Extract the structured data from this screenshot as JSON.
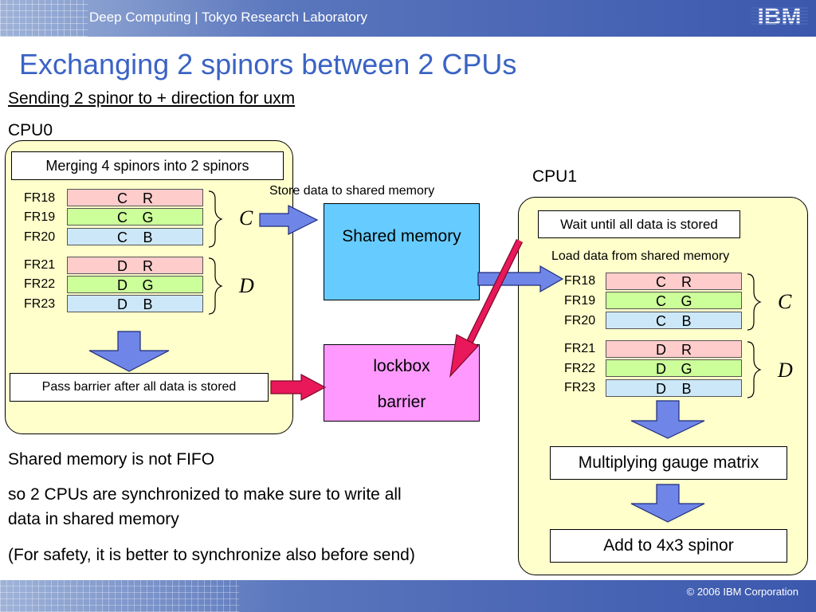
{
  "header": {
    "text": "Deep Computing | Tokyo Research Laboratory",
    "logo": "IBM"
  },
  "title": "Exchanging 2 spinors between 2 CPUs",
  "subtitle": "Sending 2 spinor to + direction for uxm",
  "cpu0": {
    "label": "CPU0",
    "merge_box": "Merging 4 spinors into 2 spinors",
    "barrier_box": "Pass barrier after all data is stored",
    "group_c": {
      "symbol": "C",
      "regs": [
        {
          "name": "FR18",
          "a": "C",
          "b": "R"
        },
        {
          "name": "FR19",
          "a": "C",
          "b": "G"
        },
        {
          "name": "FR20",
          "a": "C",
          "b": "B"
        }
      ]
    },
    "group_d": {
      "symbol": "D",
      "regs": [
        {
          "name": "FR21",
          "a": "D",
          "b": "R"
        },
        {
          "name": "FR22",
          "a": "D",
          "b": "G"
        },
        {
          "name": "FR23",
          "a": "D",
          "b": "B"
        }
      ]
    }
  },
  "cpu1": {
    "label": "CPU1",
    "wait_box": "Wait until all data is stored",
    "load_label": "Load data from shared memory",
    "multiply_box": "Multiplying gauge matrix",
    "add_box": "Add to 4x3 spinor",
    "group_c": {
      "symbol": "C",
      "regs": [
        {
          "name": "FR18",
          "a": "C",
          "b": "R"
        },
        {
          "name": "FR19",
          "a": "C",
          "b": "G"
        },
        {
          "name": "FR20",
          "a": "C",
          "b": "B"
        }
      ]
    },
    "group_d": {
      "symbol": "D",
      "regs": [
        {
          "name": "FR21",
          "a": "D",
          "b": "R"
        },
        {
          "name": "FR22",
          "a": "D",
          "b": "G"
        },
        {
          "name": "FR23",
          "a": "D",
          "b": "B"
        }
      ]
    }
  },
  "store_label": "Store data to shared memory",
  "shared_memory": "Shared memory",
  "lockbox": {
    "line1": "lockbox",
    "line2": "barrier"
  },
  "notes": [
    "Shared memory is not FIFO",
    "so 2 CPUs are synchronized to make sure to write all",
    "data in shared memory",
    "(For safety, it is better to synchronize also before send)"
  ],
  "footer": "© 2006 IBM Corporation",
  "colors": {
    "title": "#3a63c4",
    "panel": "#ffffcc",
    "shared": "#66ccff",
    "lockbox": "#ff99ff",
    "arrow_blue": "#6f86e8",
    "arrow_red": "#e8185a"
  }
}
